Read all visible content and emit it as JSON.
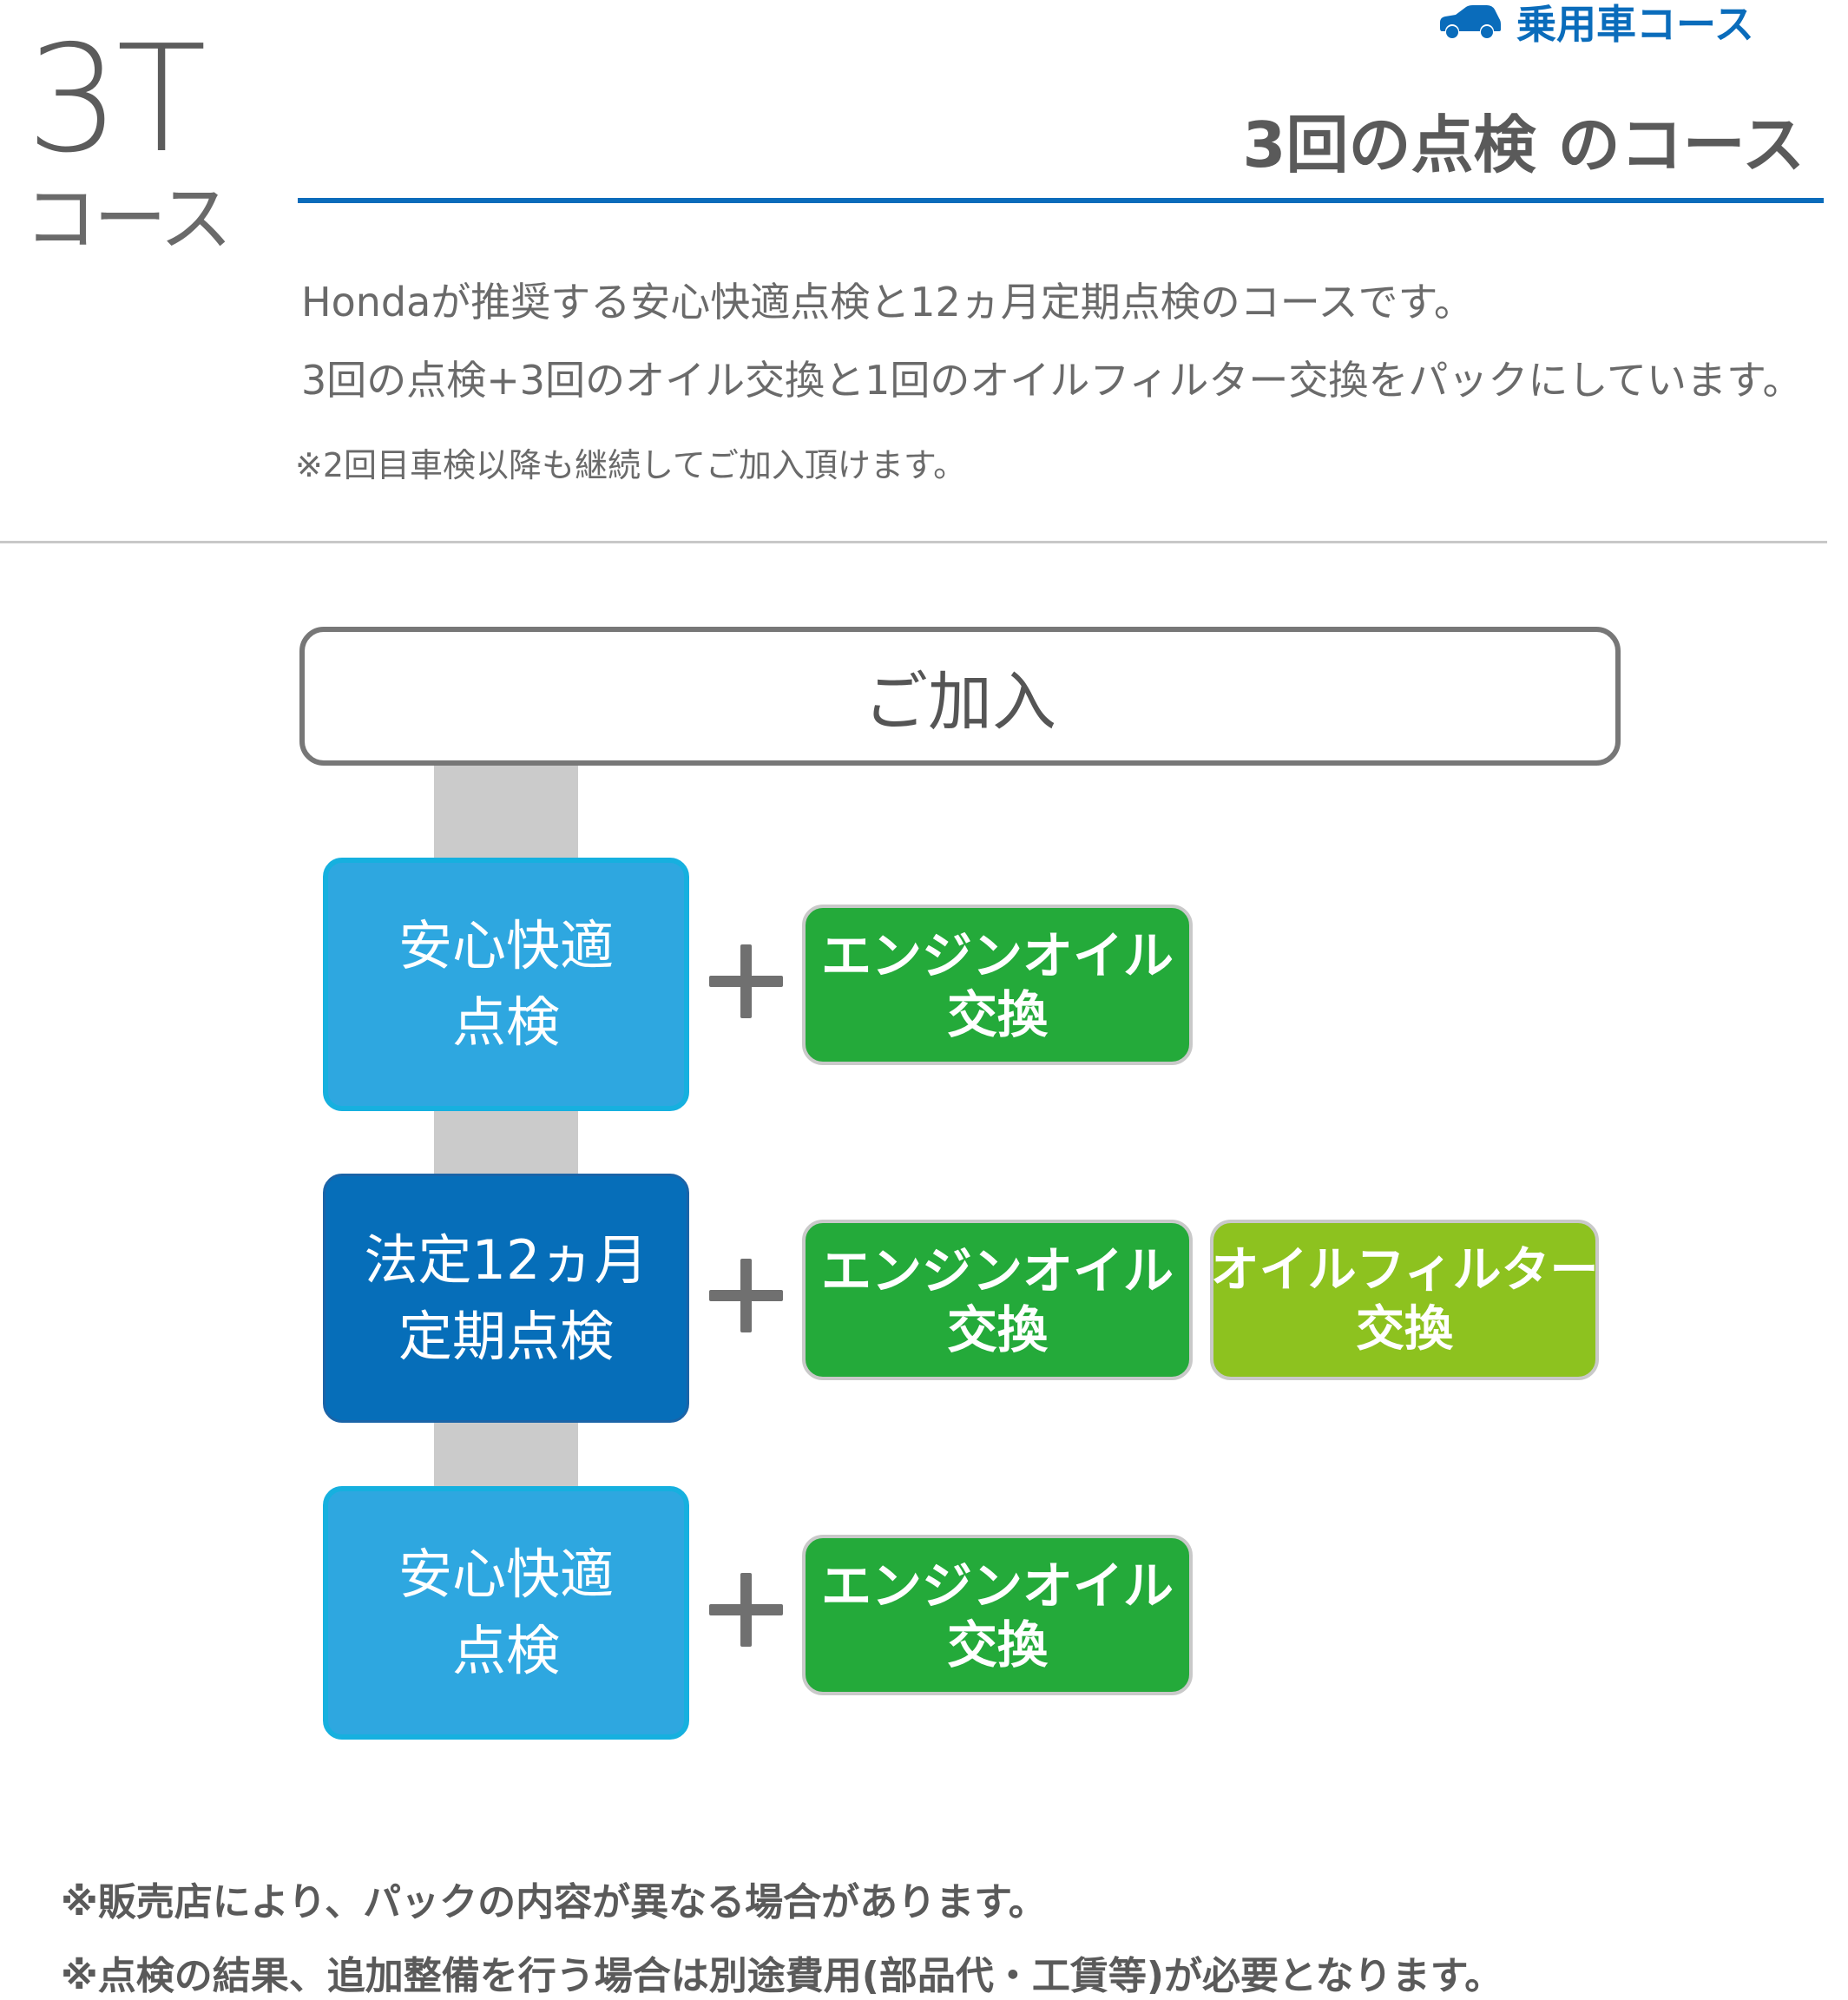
{
  "header": {
    "course_code": "3T",
    "course_word": "コース",
    "badge_label": "乗用車コース",
    "badge_icon": "car-icon",
    "title": "3回の点検 のコース",
    "accent_color": "#0a6cbb"
  },
  "description": {
    "line1": "Hondaが推奨する安心快適点検と12ヵ月定期点検のコースです。",
    "line2": "3回の点検+3回のオイル交換と1回のオイルフィルター交換をパックにしています。",
    "note": "※2回目車検以降も継続してご加入頂けます。"
  },
  "diagram": {
    "join_label": "ご加入",
    "steps": [
      {
        "label_line1": "安心快適",
        "label_line2": "点検",
        "addons": [
          {
            "line1": "エンジンオイル",
            "line2": "交換"
          }
        ]
      },
      {
        "label_line1": "法定12ヵ月",
        "label_line2": "定期点検",
        "addons": [
          {
            "line1": "エンジンオイル",
            "line2": "交換"
          },
          {
            "line1": "オイルフィルター",
            "line2": "交換"
          }
        ]
      },
      {
        "label_line1": "安心快適",
        "label_line2": "点検",
        "addons": [
          {
            "line1": "エンジンオイル",
            "line2": "交換"
          }
        ]
      }
    ],
    "colors": {
      "light_step": "#2ea7e0",
      "dark_step": "#066eb9",
      "oil_change": "#24aa3a",
      "filter_change": "#8dc21f",
      "connector": "#cbcbcb"
    }
  },
  "footnotes": [
    "※販売店により、パックの内容が異なる場合があります。",
    "※点検の結果、追加整備を行う場合は別途費用(部品代・工賃等)が必要となります。"
  ]
}
